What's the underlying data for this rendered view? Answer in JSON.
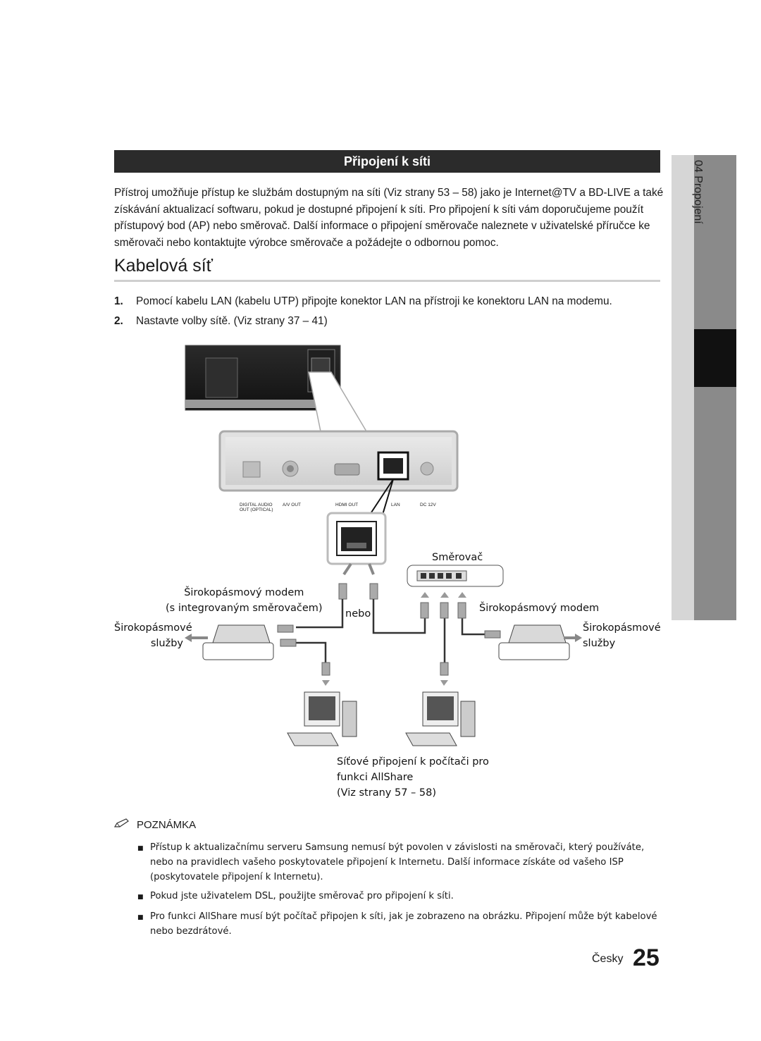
{
  "section_title": "Připojení k síti",
  "intro": "Přístroj umožňuje přístup ke službám dostupným na síti (Viz strany 53 – 58) jako je Internet@TV a BD-LIVE a také získávání aktualizací softwaru, pokud je dostupné připojení k síti. Pro připojení k síti vám doporučujeme použít přístupový bod (AP) nebo směrovač. Další informace o připojení směrovače naleznete v uživatelské příručce ke směrovači nebo kontaktujte výrobce směrovače a požádejte o odbornou pomoc.",
  "heading": "Kabelová síť",
  "steps": [
    {
      "num": "1.",
      "text": "Pomocí kabelu LAN (kabelu UTP) připojte konektor LAN na přístroji ke konektoru LAN na modemu."
    },
    {
      "num": "2.",
      "text": "Nastavte volby sítě. (Viz strany 37 – 41)"
    }
  ],
  "diagram": {
    "port_labels": {
      "digital_audio": "DIGITAL AUDIO",
      "digital_audio_sub": "OUT (OPTICAL)",
      "av_out": "A/V OUT",
      "hdmi_out": "HDMI OUT",
      "lan": "LAN",
      "dc": "DC 12V"
    },
    "router": "Směrovač",
    "modem_left_line1": "Širokopásmový modem",
    "modem_left_line2": "(s integrovaným směrovačem)",
    "or": "nebo",
    "modem_right": "Širokopásmový modem",
    "service_left_1": "Širokopásmové",
    "service_left_2": "služby",
    "service_right_1": "Širokopásmové",
    "service_right_2": "služby",
    "pc_caption_1": "Síťové připojení k počítači pro",
    "pc_caption_2": "funkci AllShare",
    "pc_caption_3": "(Viz strany 57 – 58)"
  },
  "note_title": "POZNÁMKA",
  "notes": [
    "Přístup k aktualizačnímu serveru Samsung nemusí být povolen v závislosti na směrovači, který používáte, nebo na pravidlech vašeho poskytovatele připojení k Internetu. Další informace získáte od vašeho ISP (poskytovatele připojení k Internetu).",
    "Pokud jste uživatelem DSL, použijte směrovač pro připojení k síti.",
    "Pro funkci AllShare musí být počítač připojen k síti, jak je zobrazeno na obrázku. Připojení může být kabelové nebo bezdrátové."
  ],
  "footer": {
    "language": "Česky",
    "page": "25"
  },
  "side_tab": "04  Propojení"
}
